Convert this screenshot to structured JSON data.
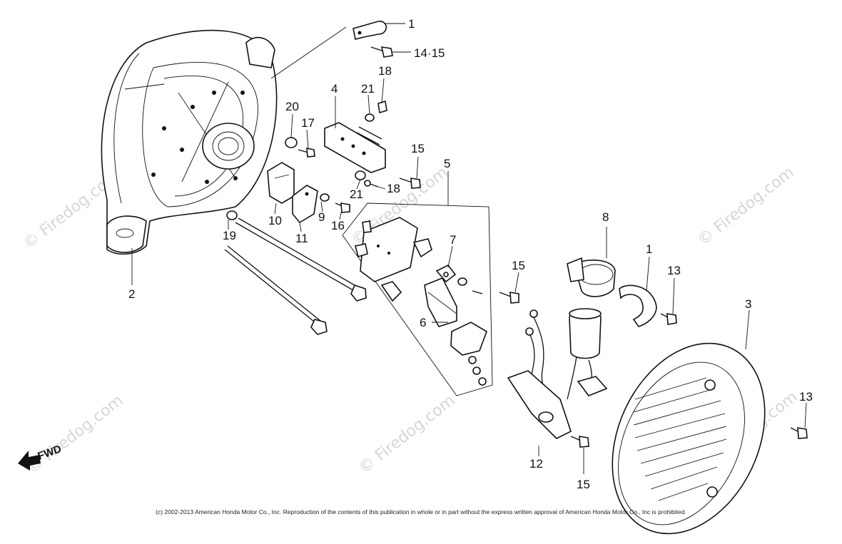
{
  "watermark": "© Firedog.com",
  "direction_label": "FWD",
  "copyright": "(c) 2002-2013 American Honda Motor Co., Inc. Reproduction of the contents of this publication in whole or in part without the express written approval of American Honda Motor Co., Inc is prohibited.",
  "callouts": {
    "c1_top": "1",
    "c14_15": "14·15",
    "c18_top": "18",
    "c21_top": "21",
    "c4": "4",
    "c20": "20",
    "c17": "17",
    "c15_a": "15",
    "c5": "5",
    "c21_mid": "21",
    "c18_mid": "18",
    "c10": "10",
    "c9": "9",
    "c16": "16",
    "c11": "11",
    "c19": "19",
    "c2": "2",
    "c7": "7",
    "c6": "6",
    "c8": "8",
    "c1_right": "1",
    "c13_a": "13",
    "c15_b": "15",
    "c3": "3",
    "c13_b": "13",
    "c12": "12",
    "c15_c": "15"
  }
}
